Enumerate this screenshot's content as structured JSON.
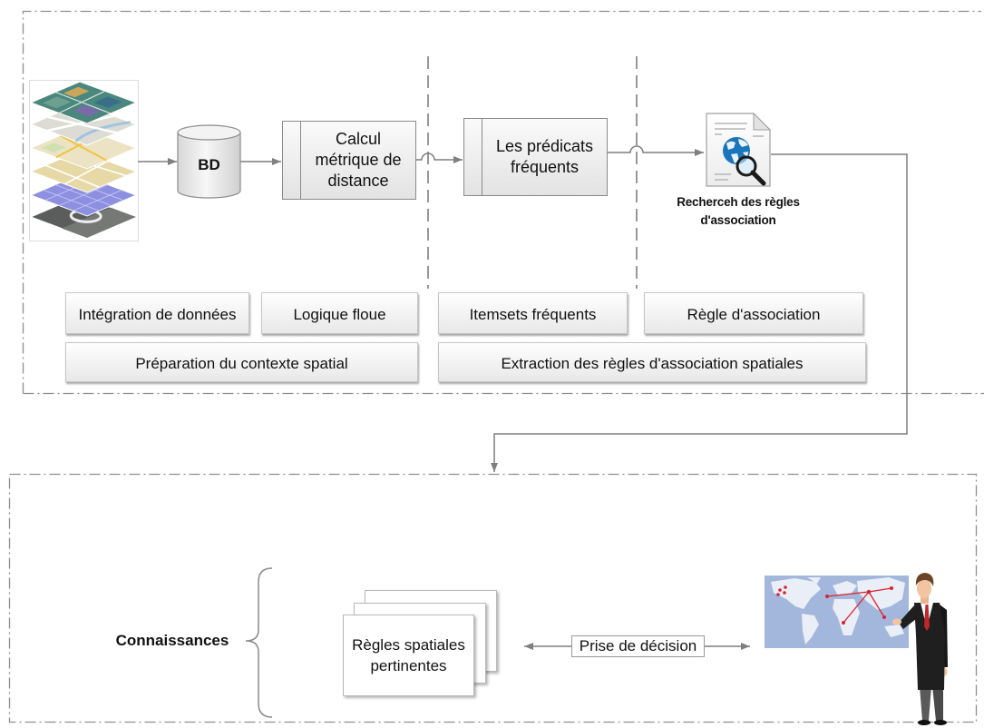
{
  "diagram": {
    "top_panel": {
      "map_layers": {
        "icon": "map-layers-icon"
      },
      "database": {
        "icon": "database-cylinder-icon",
        "label": "BD"
      },
      "distance_calc": {
        "lines": [
          "Calcul",
          "métrique de",
          "distance"
        ]
      },
      "frequent_predicates": {
        "lines": [
          "Les prédicats",
          "fréquents"
        ]
      },
      "rule_search": {
        "icon": "document-search-icon",
        "lines": [
          "Recherceh des règles",
          "d'association"
        ]
      },
      "techniques": [
        "Intégration de données",
        "Logique floue",
        "Itemsets fréquents",
        "Règle d'association"
      ],
      "phases": [
        "Préparation du contexte spatial",
        "Extraction des règles d'association spatiales"
      ]
    },
    "bottom_panel": {
      "knowledge_label": "Connaissances",
      "rules_stack": {
        "lines": [
          "Règles spatiales",
          "pertinentes"
        ]
      },
      "decision_label": "Prise de décision",
      "world_map": {
        "icon": "world-map-icon"
      },
      "presenter": {
        "icon": "businessman-pointing-icon"
      }
    }
  },
  "colors": {
    "connector": "#7f7f7f",
    "panel_border": "#8f8f8f",
    "map_background": "#a2b7db",
    "map_links": "#d9232e",
    "tie": "#c0262d"
  }
}
